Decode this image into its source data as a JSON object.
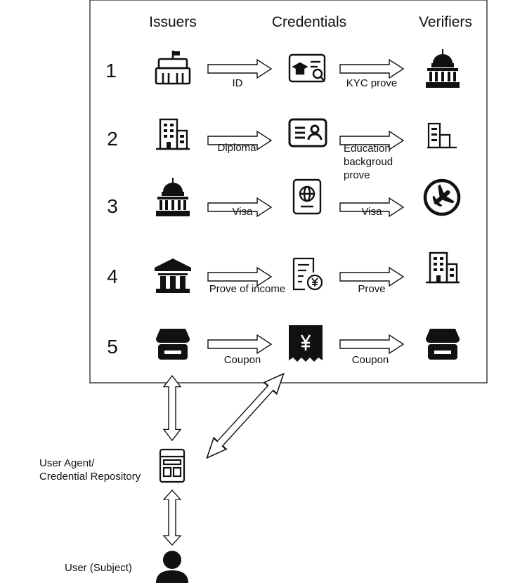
{
  "headers": {
    "issuers": "Issuers",
    "credentials": "Credentials",
    "verifiers": "Verifiers"
  },
  "rows": [
    {
      "number": "1",
      "issuer_icon": "government-building-icon",
      "credential_icon": "academic-certificate-icon",
      "verifier_icon": "capitol-building-icon",
      "issue_label": "ID",
      "verify_label": "KYC prove"
    },
    {
      "number": "2",
      "issuer_icon": "office-building-icon",
      "credential_icon": "id-card-icon",
      "verifier_icon": "small-building-icon",
      "issue_label": "Diploma",
      "verify_label_lines": [
        "Education",
        "backgroud",
        "prove"
      ]
    },
    {
      "number": "3",
      "issuer_icon": "capitol-building-icon",
      "credential_icon": "passport-icon",
      "verifier_icon": "airplane-icon",
      "issue_label": "Visa",
      "verify_label": "Visa"
    },
    {
      "number": "4",
      "issuer_icon": "bank-icon",
      "credential_icon": "income-document-icon",
      "verifier_icon": "office-building-icon",
      "issue_label": "Prove of income",
      "verify_label": "Prove"
    },
    {
      "number": "5",
      "issuer_icon": "store-icon",
      "credential_icon": "yen-receipt-icon",
      "verifier_icon": "store-icon",
      "issue_label": "Coupon",
      "verify_label": "Coupon"
    }
  ],
  "agent": {
    "label_line1": "User Agent/",
    "label_line2": "Credential Repository",
    "icon": "wallet-app-icon"
  },
  "user": {
    "label": "User (Subject)",
    "icon": "person-icon"
  }
}
